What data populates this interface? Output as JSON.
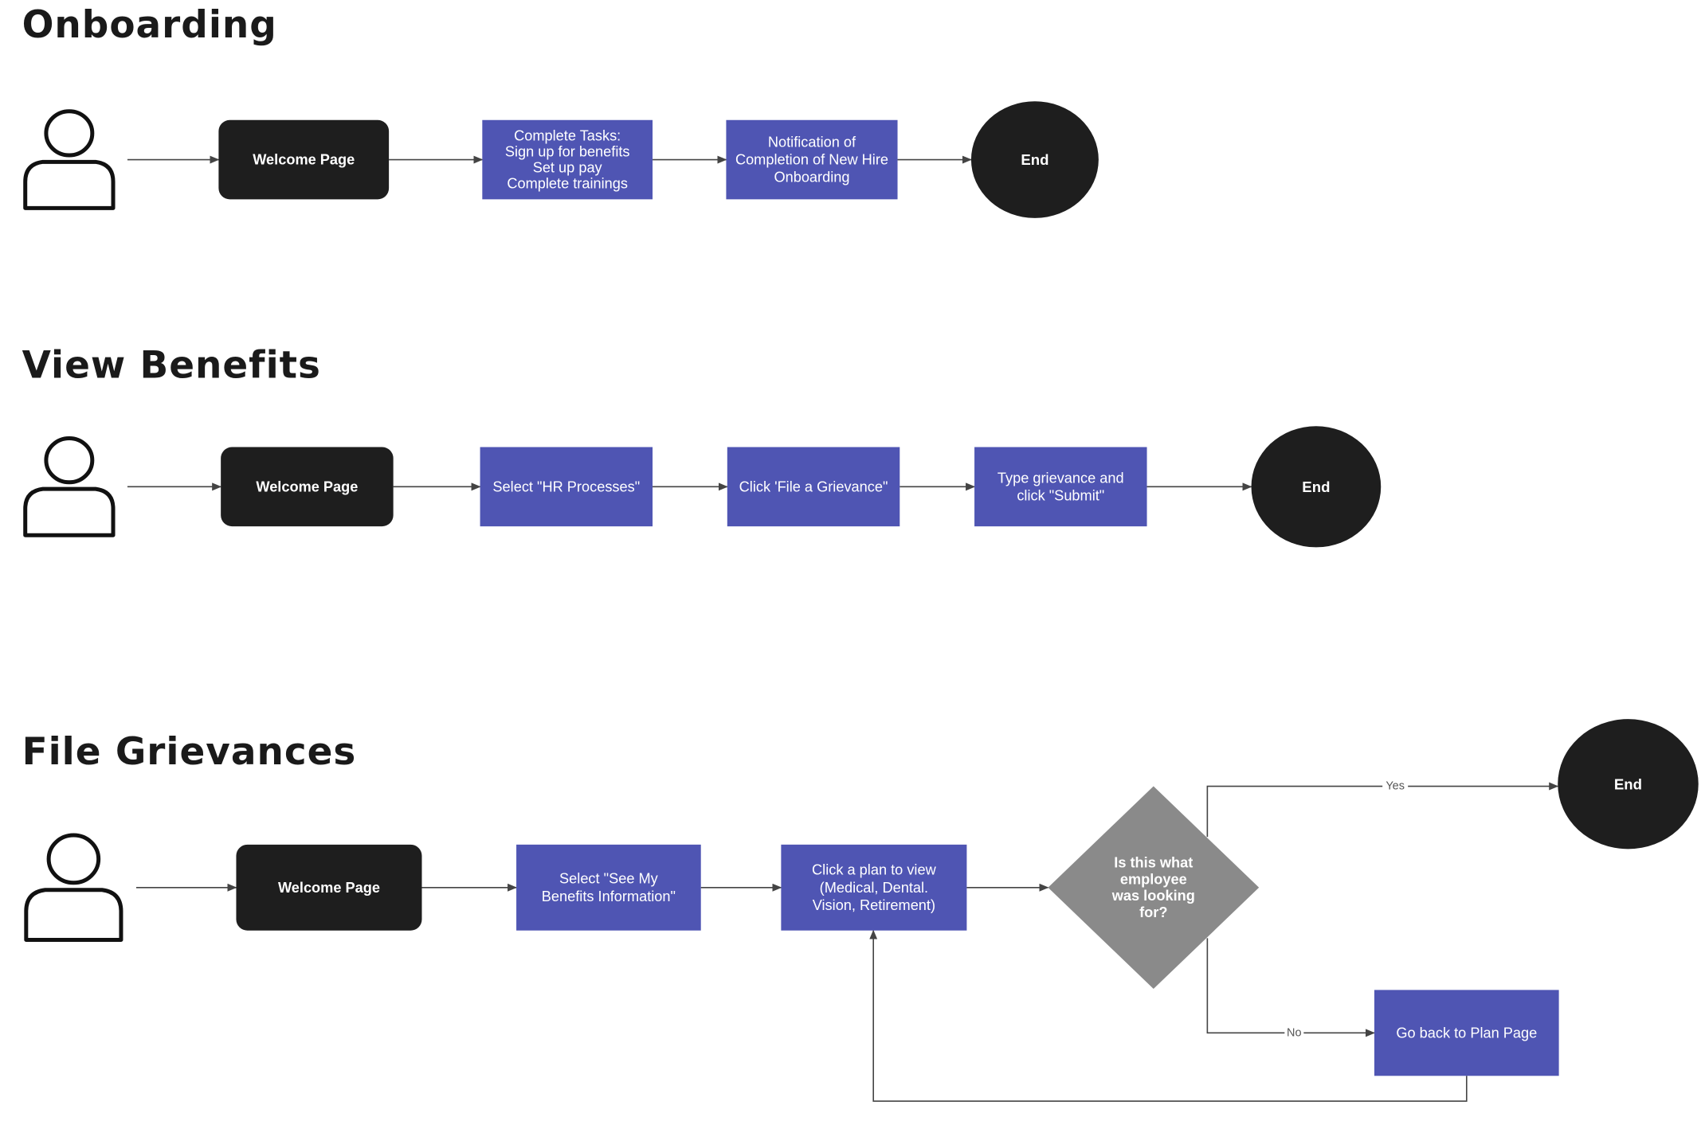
{
  "colors": {
    "node_blue": "#4f55b3",
    "node_dark": "#1e1e1e",
    "node_gray": "#8a8a8a",
    "edge": "#444444",
    "title": "#1a1a1a",
    "node_text": "#ffffff",
    "edge_label": "#555555"
  },
  "sections": [
    {
      "title": "Onboarding",
      "nodes": [
        {
          "id": "on-user",
          "kind": "user",
          "icon": "user-icon"
        },
        {
          "id": "on-welcome",
          "kind": "terminal-rect",
          "lines": [
            "Welcome Page"
          ]
        },
        {
          "id": "on-tasks",
          "kind": "process",
          "lines": [
            "Complete Tasks:",
            "Sign up for benefits",
            "Set up pay",
            "Complete trainings"
          ]
        },
        {
          "id": "on-notify",
          "kind": "process",
          "lines": [
            "Notification of",
            "Completion of New Hire",
            "Onboarding"
          ]
        },
        {
          "id": "on-end",
          "kind": "end",
          "lines": [
            "End"
          ]
        }
      ],
      "edges": [
        {
          "from": "on-user",
          "to": "on-welcome"
        },
        {
          "from": "on-welcome",
          "to": "on-tasks"
        },
        {
          "from": "on-tasks",
          "to": "on-notify"
        },
        {
          "from": "on-notify",
          "to": "on-end"
        }
      ]
    },
    {
      "title": "View Benefits",
      "nodes": [
        {
          "id": "vb-user",
          "kind": "user",
          "icon": "user-icon"
        },
        {
          "id": "vb-welcome",
          "kind": "terminal-rect",
          "lines": [
            "Welcome Page"
          ]
        },
        {
          "id": "vb-hr",
          "kind": "process",
          "lines": [
            "Select \"HR Processes\""
          ]
        },
        {
          "id": "vb-file",
          "kind": "process",
          "lines": [
            "Click 'File a Grievance\""
          ]
        },
        {
          "id": "vb-type",
          "kind": "process",
          "lines": [
            "Type grievance and",
            "click \"Submit\""
          ]
        },
        {
          "id": "vb-end",
          "kind": "end",
          "lines": [
            "End"
          ]
        }
      ],
      "edges": [
        {
          "from": "vb-user",
          "to": "vb-welcome"
        },
        {
          "from": "vb-welcome",
          "to": "vb-hr"
        },
        {
          "from": "vb-hr",
          "to": "vb-file"
        },
        {
          "from": "vb-file",
          "to": "vb-type"
        },
        {
          "from": "vb-type",
          "to": "vb-end"
        }
      ]
    },
    {
      "title": "File Grievances",
      "nodes": [
        {
          "id": "fg-user",
          "kind": "user",
          "icon": "user-icon"
        },
        {
          "id": "fg-welcome",
          "kind": "terminal-rect",
          "lines": [
            "Welcome Page"
          ]
        },
        {
          "id": "fg-see",
          "kind": "process",
          "lines": [
            "Select \"See My",
            "Benefits Information\""
          ]
        },
        {
          "id": "fg-plan",
          "kind": "process",
          "lines": [
            "Click a plan to view",
            "(Medical, Dental.",
            "Vision, Retirement)"
          ]
        },
        {
          "id": "fg-decision",
          "kind": "decision",
          "lines": [
            "Is this what",
            "employee",
            "was looking",
            "for?"
          ]
        },
        {
          "id": "fg-end",
          "kind": "end",
          "lines": [
            "End"
          ]
        },
        {
          "id": "fg-back",
          "kind": "process",
          "lines": [
            "Go back to Plan Page"
          ]
        }
      ],
      "edges": [
        {
          "from": "fg-user",
          "to": "fg-welcome"
        },
        {
          "from": "fg-welcome",
          "to": "fg-see"
        },
        {
          "from": "fg-see",
          "to": "fg-plan"
        },
        {
          "from": "fg-plan",
          "to": "fg-decision"
        },
        {
          "from": "fg-decision",
          "to": "fg-end",
          "label": "Yes"
        },
        {
          "from": "fg-decision",
          "to": "fg-back",
          "label": "No"
        },
        {
          "from": "fg-back",
          "to": "fg-plan"
        }
      ]
    }
  ]
}
